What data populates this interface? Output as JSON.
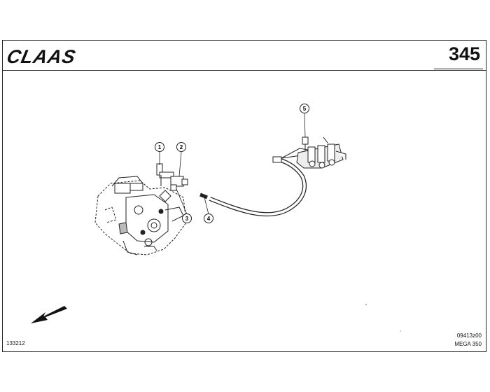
{
  "header": {
    "logo_text": "CLAAS",
    "page_number": "345"
  },
  "footer": {
    "doc_id": "133212",
    "drawing_id": "09413z00",
    "model": "MEGA 350"
  },
  "callouts": [
    "1",
    "2",
    "3",
    "4",
    "5"
  ],
  "icons": {
    "direction_arrow": "arrow-down-left-icon"
  }
}
